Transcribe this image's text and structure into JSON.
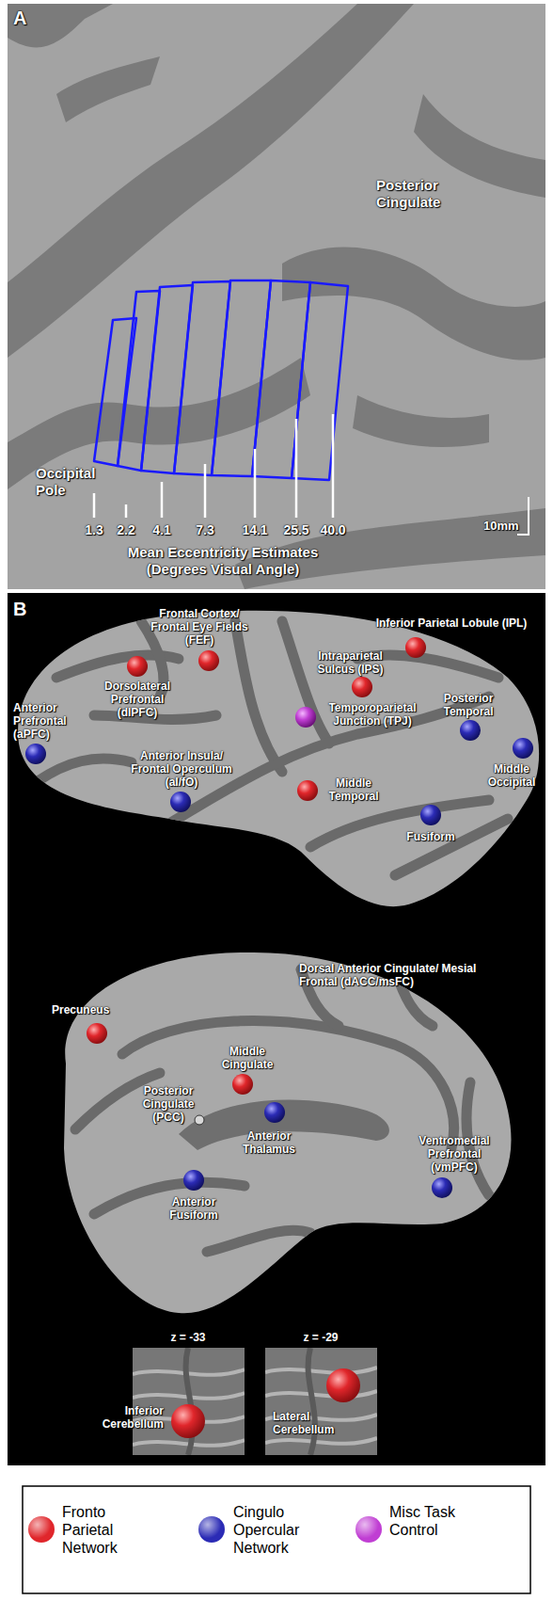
{
  "diagram": {
    "labels": [
      "A",
      "Posterior Cingulate",
      "Occipital Pole",
      "1.3",
      "2.2",
      "4.1",
      "7.3",
      "14.1",
      "25.5",
      "40.0",
      "Mean Eccentricity Estimates (Degrees Visual Angle)",
      "10mm",
      "B",
      "Frontal Cortex/ Frontal Eye Fields (FEF)",
      "Inferior Parietal Lobule (IPL)",
      "Dorsolateral Prefrontal (dlPFC)",
      "Intraparietal Sulcus (IPS)",
      "Anterior Prefrontal (aPFC)",
      "Temporoparietal Junction (TPJ)",
      "Posterior Temporal",
      "Anterior Insula/ Frontal Operculum (aI/fO)",
      "Middle Occipital",
      "Middle Temporal",
      "Fusiform",
      "Dorsal Anterior Cingulate/ Mesial Frontal (dACC/msFC)",
      "Precuneus",
      "Middle Cingulate",
      "Posterior Cingulate (PCC)",
      "Anterior Thalamus",
      "Ventromedial Prefrontal (vmPFC)",
      "Anterior Fusiform",
      "z = -33",
      "z = -29",
      "Inferior Cerebellum",
      "Lateral Cerebellum"
    ],
    "legend": [
      {
        "text": "Fronto Parietal Network",
        "color": "#e0262b"
      },
      {
        "text": "Cingulo Opercular Network",
        "color": "#2b2bb5"
      },
      {
        "text": "Misc Task Control",
        "color": "#c03ed3"
      }
    ]
  }
}
